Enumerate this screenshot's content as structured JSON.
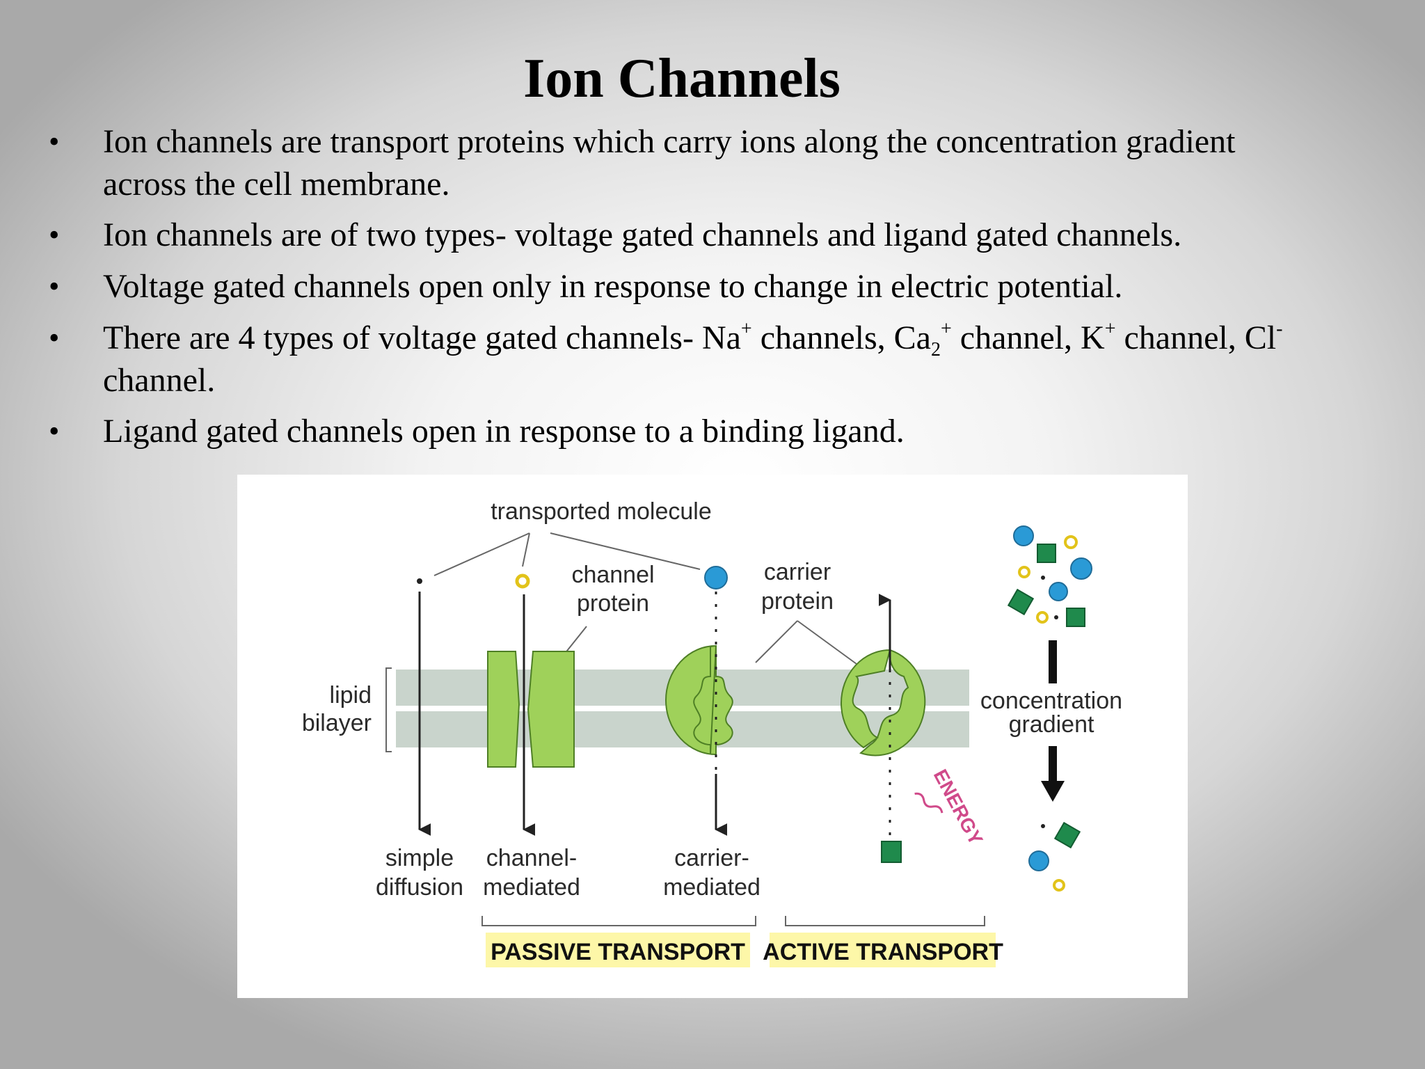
{
  "slide": {
    "title": "Ion Channels",
    "bullets": [
      {
        "lines": [
          "Ion channels are transport proteins which carry ions along the concentration gradient",
          "across the cell membrane."
        ]
      },
      {
        "lines": [
          "Ion channels are of two types- voltage gated channels and ligand gated channels."
        ]
      },
      {
        "lines": [
          "Voltage gated channels open only in response to change in electric potential."
        ]
      },
      {
        "line1": {
          "t1": "There are 4 types of voltage gated channels- Na",
          "sup1": "+",
          "t2": " channels, Ca",
          "sub2": "2",
          "sup2": "+",
          "t3": " channel, K",
          "sup3": "+",
          "t4": " channel, Cl",
          "sup4": "-"
        },
        "line2": "channel."
      },
      {
        "lines": [
          "Ligand gated channels open in response to a binding ligand."
        ]
      }
    ],
    "bullet_symbol": "•"
  },
  "diagram": {
    "labels": {
      "transported_molecule": "transported molecule",
      "channel_protein_1": "channel",
      "channel_protein_2": "protein",
      "carrier_protein_1": "carrier",
      "carrier_protein_2": "protein",
      "lipid_bilayer_1": "lipid",
      "lipid_bilayer_2": "bilayer",
      "concentration_gradient_1": "concentration",
      "concentration_gradient_2": "gradient",
      "simple_diffusion_1": "simple",
      "simple_diffusion_2": "diffusion",
      "channel_mediated_1": "channel-",
      "channel_mediated_2": "mediated",
      "carrier_mediated_1": "carrier-",
      "carrier_mediated_2": "mediated",
      "energy": "ENERGY",
      "passive_transport": "PASSIVE TRANSPORT",
      "active_transport": "ACTIVE TRANSPORT"
    },
    "colors": {
      "membrane": "#c9d4cc",
      "protein": "#9fd15a",
      "protein_stroke": "#4e7f25",
      "circle_blue": "#2a9ad6",
      "square_green": "#1f8a4c",
      "ring_yellow": "#e2c31a",
      "energy": "#d04a8a",
      "highlight": "#fdf7a8"
    }
  }
}
